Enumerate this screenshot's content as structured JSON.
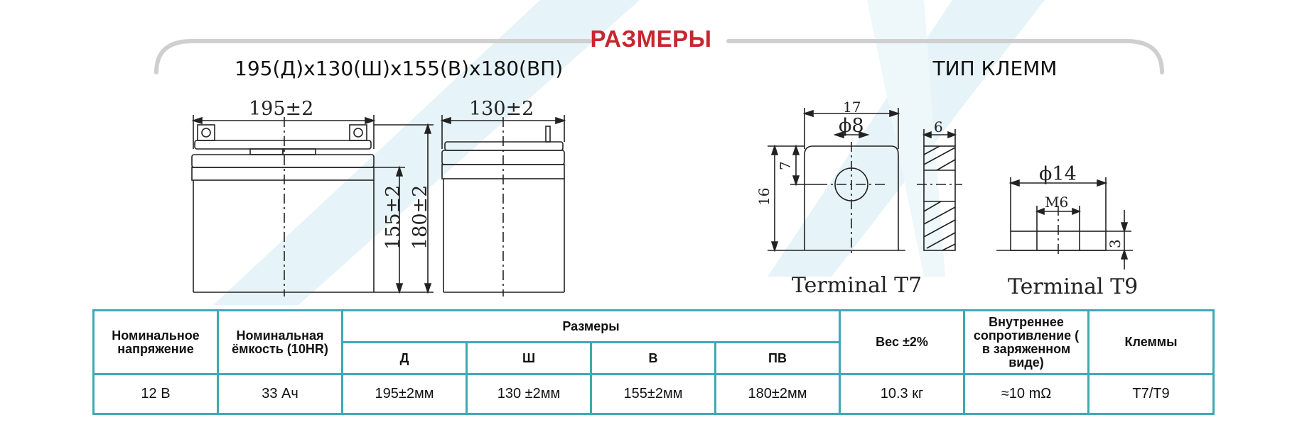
{
  "header": {
    "title": "РАЗМЕРЫ",
    "dimensions_caption": "195(Д)x130(Ш)x155(В)x180(ВП)",
    "terminal_type_caption": "ТИП КЛЕММ"
  },
  "drawing": {
    "length_label": "195±2",
    "width_label": "130±2",
    "height_label": "155±2",
    "total_height_label": "180±2"
  },
  "terminal_t7": {
    "label": "Terminal T7",
    "dim_width": "17",
    "dim_hole": "ϕ8",
    "dim_thickness": "6",
    "dim_height": "16",
    "dim_hole_offset": "7"
  },
  "terminal_t9": {
    "label": "Terminal T9",
    "dim_diameter": "ϕ14",
    "dim_thread": "M6",
    "dim_height": "3"
  },
  "table": {
    "headers": {
      "voltage": "Номинальное напряжение",
      "capacity": "Номинальная ёмкость (10HR)",
      "dimensions": "Размеры",
      "length": "Д",
      "width": "Ш",
      "height": "В",
      "total_height": "ПВ",
      "weight": "Вес ±2%",
      "resistance": "Внутреннее сопротивление ( в заряженном виде)",
      "terminals": "Клеммы"
    },
    "row": {
      "voltage": "12 В",
      "capacity": "33 Ач",
      "length": "195±2мм",
      "width": "130 ±2мм",
      "height": "155±2мм",
      "total_height": "180±2мм",
      "weight": "10.3 кг",
      "resistance": "≈10 mΩ",
      "terminals": "T7/T9"
    }
  },
  "colors": {
    "title": "#c5282f",
    "table_border": "#3fa9b3",
    "bracket": "#cfcfcf",
    "watermark": "#e3f2f7"
  }
}
